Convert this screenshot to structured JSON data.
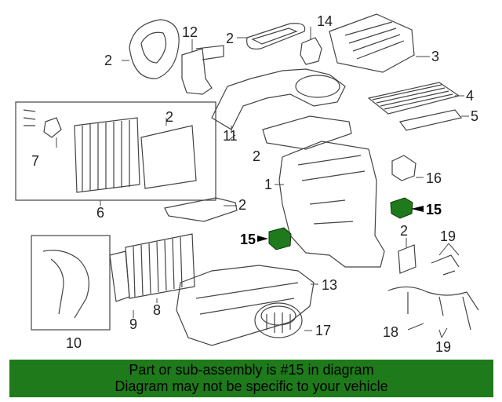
{
  "callouts": {
    "c2a": "2",
    "c12": "12",
    "c2b": "2",
    "c14": "14",
    "c3": "3",
    "c2c": "2",
    "c4": "4",
    "c5": "5",
    "c11": "11",
    "c7": "7",
    "c2d": "2",
    "c1": "1",
    "c16": "16",
    "c15a": "15",
    "c6": "6",
    "c2e": "2",
    "c15b": "15",
    "c2f": "2",
    "c19a": "19",
    "c13": "13",
    "c8": "8",
    "c9": "9",
    "c10": "10",
    "c17": "17",
    "c18": "18",
    "c19b": "19"
  },
  "footer": {
    "line1": "Part or sub-assembly is #15 in diagram",
    "line2": "Diagram may not be specific to your vehicle"
  },
  "colors": {
    "footer_bg": "#1e7a1a",
    "part_highlight": "#1e7a1a",
    "line": "#444444"
  }
}
